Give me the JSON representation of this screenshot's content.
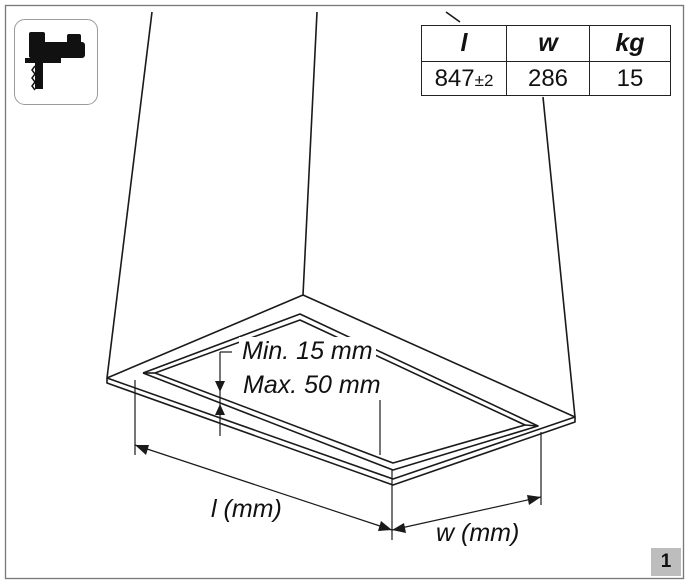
{
  "spec_table": {
    "headers": [
      "l",
      "w",
      "kg"
    ],
    "values": {
      "l": "847",
      "l_tolerance": "±2",
      "w": "286",
      "kg": "15"
    }
  },
  "labels": {
    "min": "Min. 15 mm",
    "max": "Max. 50 mm",
    "length": "l (mm)",
    "width": "w (mm)"
  },
  "page_number": "1",
  "icons": {
    "tool": "jigsaw-icon"
  },
  "colors": {
    "line": "#1a1a1a",
    "badge": "#bdbdbd",
    "frame": "#9a9a9a"
  }
}
